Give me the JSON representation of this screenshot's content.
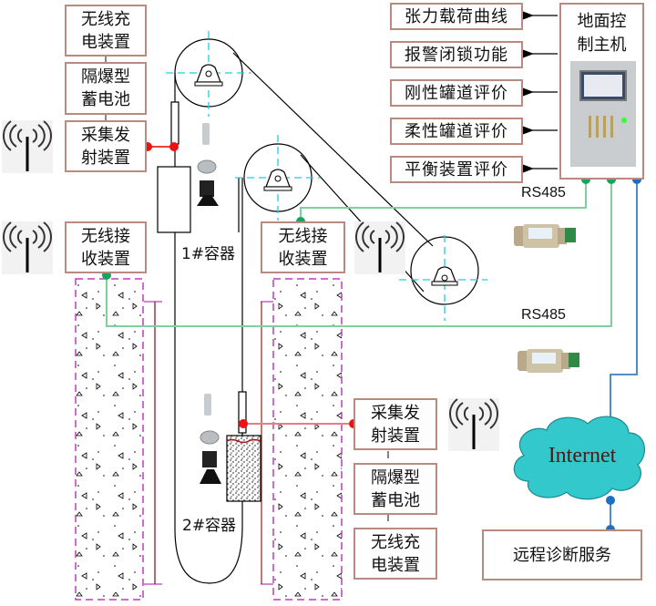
{
  "diagram": {
    "left_stack": {
      "wireless_charger": "无线充\n电装置",
      "battery": "隔爆型\n蓄电池",
      "transmitter": "采集发\n射装置",
      "receiver": "无线接\n收装置"
    },
    "container1_label": "1#容器",
    "container2_label": "2#容器",
    "middle_receiver": "无线接\n收装置",
    "right_stack": {
      "transmitter": "采集发\n射装置",
      "battery": "隔爆型\n蓄电池",
      "wireless_charger": "无线充\n电装置"
    },
    "host": {
      "title": "地面控\n制主机"
    },
    "functions": [
      "张力载荷曲线",
      "报警闭锁功能",
      "刚性罐道评价",
      "柔性罐道评价",
      "平衡装置评价"
    ],
    "rs485_labels": [
      "RS485",
      "RS485"
    ],
    "cloud_label": "Internet",
    "remote_service": "远程诊断服务",
    "icons": {
      "antenna": "wireless-antenna-icon",
      "sheave": "head-sheave-icon",
      "sensor": "tension-sensor-icon",
      "converter": "rs485-converter-icon",
      "cloud": "internet-cloud-icon"
    },
    "colors": {
      "box_border": "#b98a80",
      "rf_link": "#e8403a",
      "rs485_line": "#7fcf9f",
      "rs485_node": "#18a55a",
      "internet_line": "#3a7fc4",
      "internet_node": "#1f6fbf",
      "axis": "#1ad0e0",
      "shaft_wall": "#c03cc0",
      "cloud_fill": "#33c8cc"
    }
  }
}
